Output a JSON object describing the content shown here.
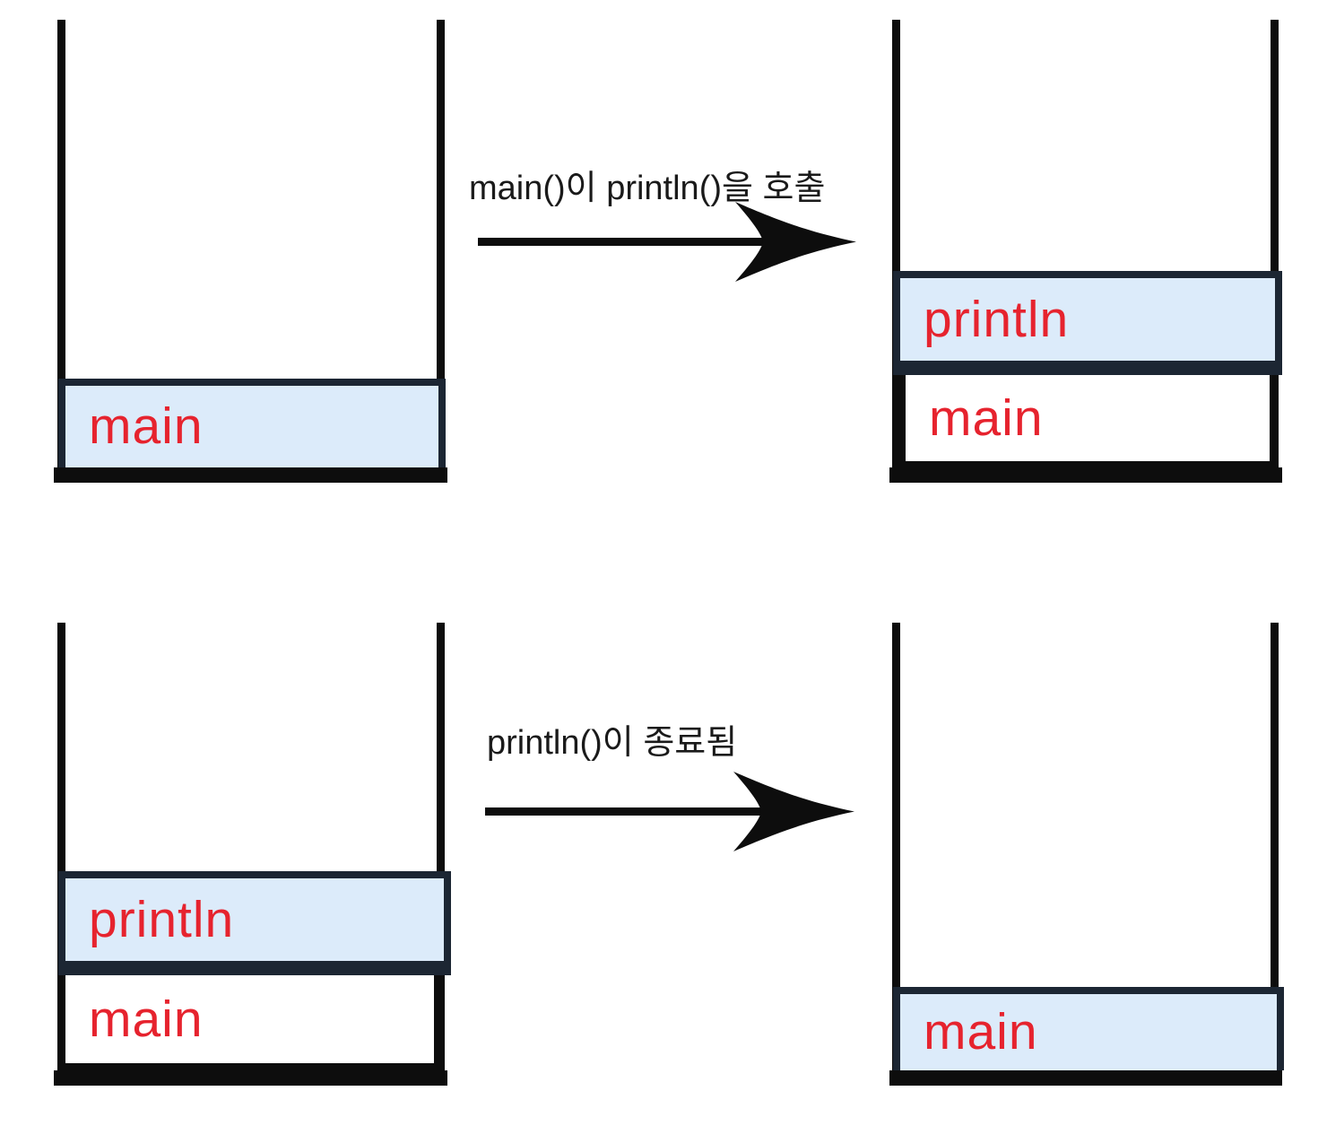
{
  "colors": {
    "box_fill_blue": "#dcebfa",
    "box_border_dark": "#1c2633",
    "frame_black": "#0d0d0d",
    "label_red": "#e6232e",
    "arrow_text": "#1a1a1a"
  },
  "arrows": {
    "call": {
      "label": "main()이 println()을 호출"
    },
    "return": {
      "label": "println()이 종료됨"
    }
  },
  "stacks": {
    "before_call": {
      "frames": [
        {
          "label": "main"
        }
      ]
    },
    "after_call": {
      "frames": [
        {
          "label": "println"
        },
        {
          "label": "main"
        }
      ]
    },
    "before_return": {
      "frames": [
        {
          "label": "println"
        },
        {
          "label": "main"
        }
      ]
    },
    "after_return": {
      "frames": [
        {
          "label": "main"
        }
      ]
    }
  }
}
